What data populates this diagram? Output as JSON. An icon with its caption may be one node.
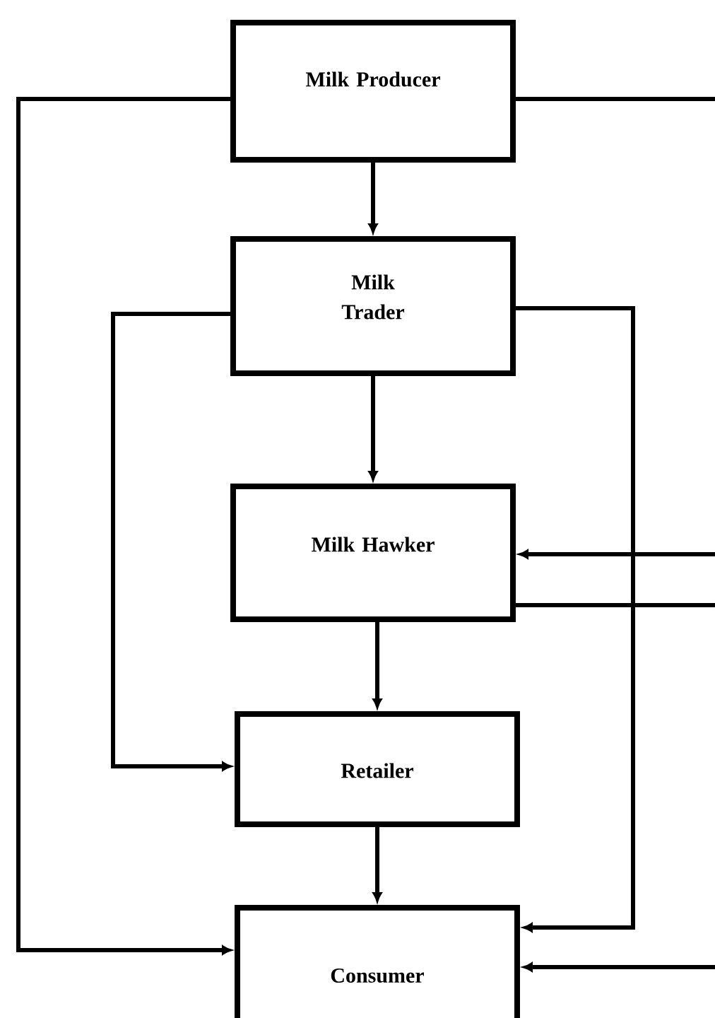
{
  "diagram": {
    "nodes": [
      {
        "text": [
          "Milk Producer"
        ]
      },
      {
        "text": [
          "Milk Trader"
        ]
      },
      {
        "text": [
          "Milk Hawker"
        ]
      },
      {
        "text": [
          "Retailer"
        ]
      },
      {
        "text": [
          "Consumer"
        ]
      }
    ],
    "edges": [
      {
        "from": 0,
        "to": 1,
        "arrow": "to"
      },
      {
        "from": 1,
        "to": 2,
        "arrow": "to"
      },
      {
        "from": 2,
        "to": 3,
        "arrow": "to"
      },
      {
        "from": 3,
        "to": 4,
        "arrow": "to"
      },
      {
        "from": 0,
        "to": 4,
        "arrow": "to"
      },
      {
        "from": 1,
        "to": 3,
        "arrow": "to"
      },
      {
        "from": 1,
        "to": 4,
        "arrow": "to"
      },
      {
        "from": 0,
        "to": 2,
        "arrow": "to"
      },
      {
        "from": 2,
        "to": 4,
        "arrow": "to"
      }
    ]
  }
}
